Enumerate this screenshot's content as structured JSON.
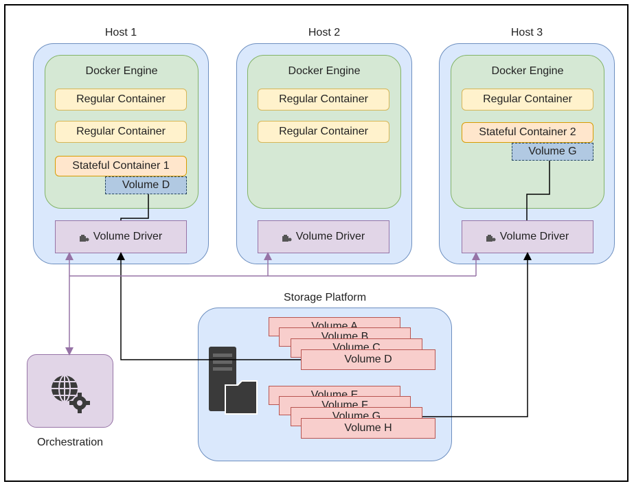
{
  "hosts": [
    {
      "label": "Host 1",
      "engine": "Docker Engine",
      "containers": [
        "Regular Container",
        "Regular Container"
      ],
      "stateful": "Stateful Container 1",
      "volume": "Volume D",
      "driver": "Volume Driver"
    },
    {
      "label": "Host 2",
      "engine": "Docker Engine",
      "containers": [
        "Regular Container",
        "Regular Container"
      ],
      "driver": "Volume Driver"
    },
    {
      "label": "Host 3",
      "engine": "Docker Engine",
      "containers": [
        "Regular Container"
      ],
      "stateful": "Stateful Container 2",
      "volume": "Volume G",
      "driver": "Volume Driver"
    }
  ],
  "storage": {
    "label": "Storage Platform",
    "group1": [
      "Volume A",
      "Volume B",
      "Volume C",
      "Volume D"
    ],
    "group2": [
      "Volume E",
      "Volume F",
      "Volume G",
      "Volume H"
    ]
  },
  "orchestration": {
    "label": "Orchestration"
  },
  "colors": {
    "host_fill": "#dae8fc",
    "host_stroke": "#6c8ebf",
    "engine_fill": "#d5e8d4",
    "engine_stroke": "#82b366",
    "regular_fill": "#fff2cc",
    "stateful_fill": "#ffe6cc",
    "volume_fill": "#b1c9e2",
    "driver_fill": "#e1d5e7",
    "storage_volume_fill": "#f8cecc",
    "connector_purple": "#9673a6"
  }
}
